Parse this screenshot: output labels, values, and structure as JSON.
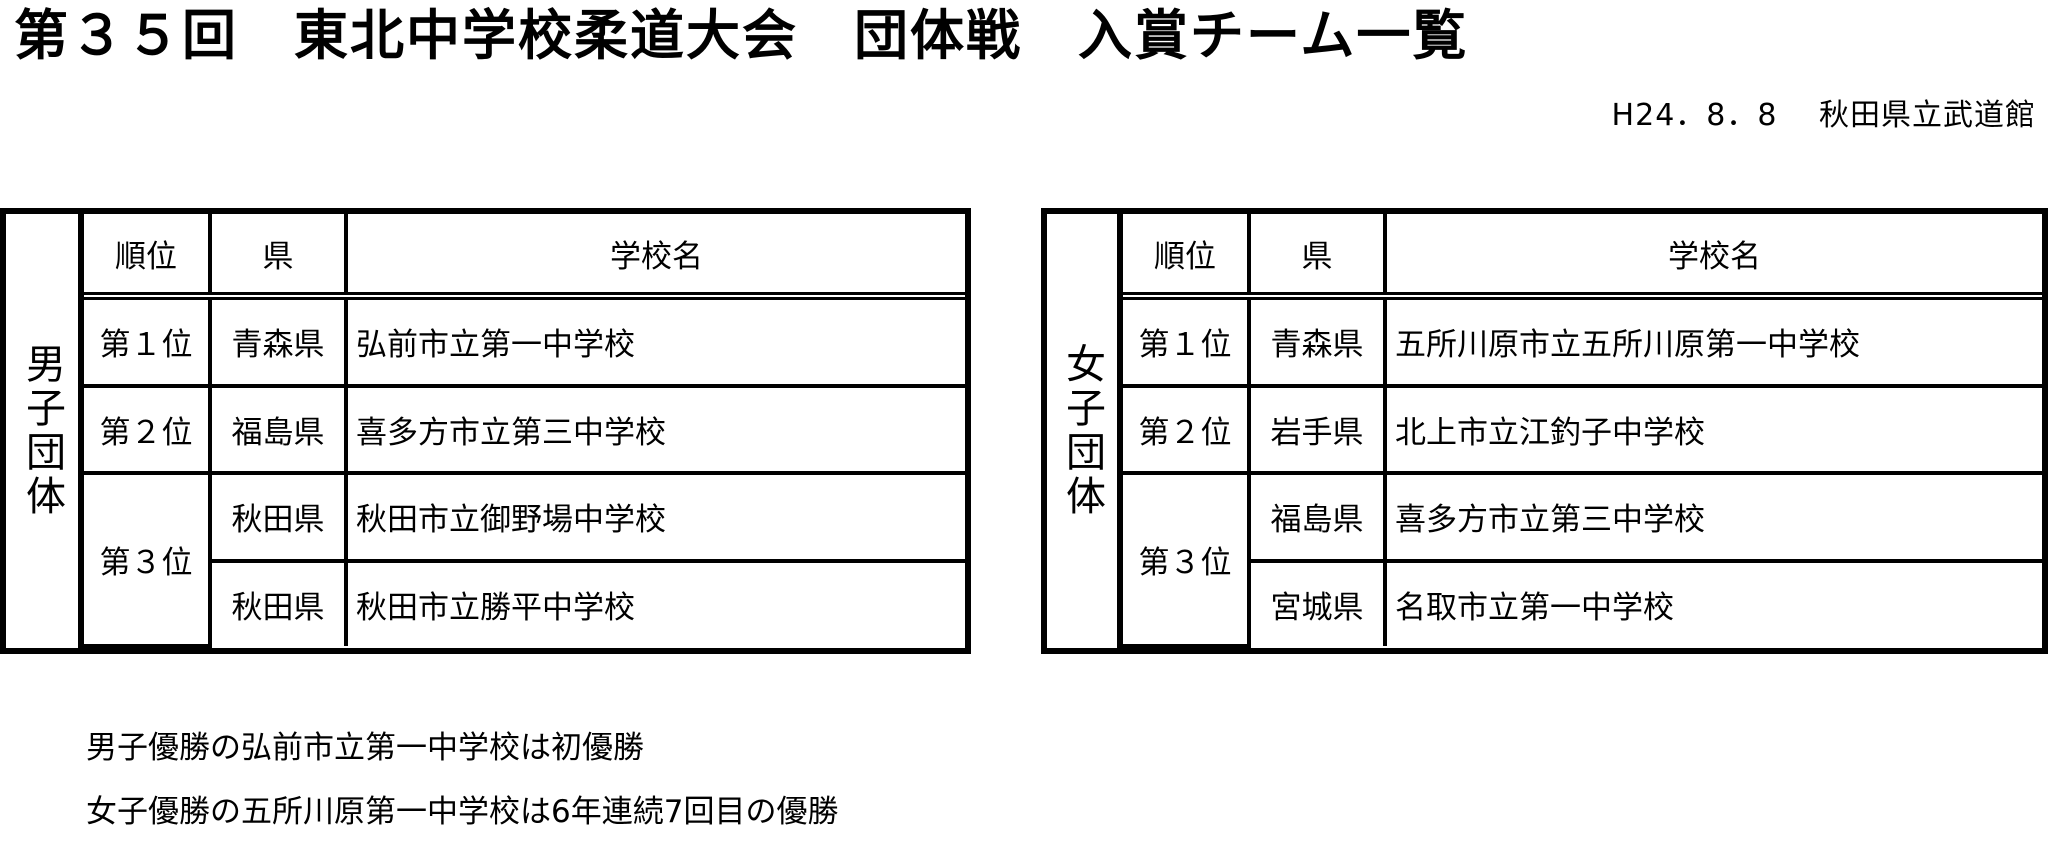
{
  "document": {
    "title": "第３５回　東北中学校柔道大会　団体戦　入賞チーム一覧",
    "subtitle": "H24．8．8　 秋田県立武道館"
  },
  "headers": {
    "rank": "順位",
    "prefecture": "県",
    "school": "学校名"
  },
  "boys": {
    "label": "男子団体",
    "rows": [
      {
        "rank": "第１位",
        "prefecture": "青森県",
        "school": "弘前市立第一中学校"
      },
      {
        "rank": "第２位",
        "prefecture": "福島県",
        "school": "喜多方市立第三中学校"
      },
      {
        "rank": "第３位",
        "prefecture": "秋田県",
        "school": "秋田市立御野場中学校"
      },
      {
        "rank": "",
        "prefecture": "秋田県",
        "school": "秋田市立勝平中学校"
      }
    ]
  },
  "girls": {
    "label": "女子団体",
    "rows": [
      {
        "rank": "第１位",
        "prefecture": "青森県",
        "school": "五所川原市立五所川原第一中学校"
      },
      {
        "rank": "第２位",
        "prefecture": "岩手県",
        "school": "北上市立江釣子中学校"
      },
      {
        "rank": "第３位",
        "prefecture": "福島県",
        "school": "喜多方市立第三中学校"
      },
      {
        "rank": "",
        "prefecture": "宮城県",
        "school": "名取市立第一中学校"
      }
    ]
  },
  "notes": [
    "男子優勝の弘前市立第一中学校は初優勝",
    "女子優勝の五所川原第一中学校は6年連続7回目の優勝"
  ]
}
